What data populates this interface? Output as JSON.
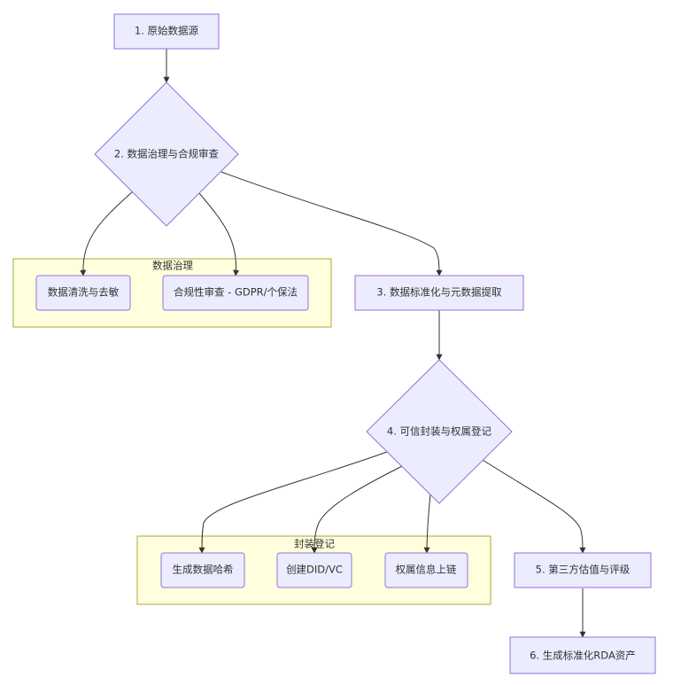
{
  "nodes": {
    "n1": "1. 原始数据源",
    "n2": "2. 数据治理与合规审查",
    "n2a": "数据清洗与去敏",
    "n2b": "合规性审查 - GDPR/个保法",
    "n3": "3. 数据标准化与元数据提取",
    "n4": "4. 可信封装与权属登记",
    "n4a": "生成数据哈希",
    "n4b": "创建DID/VC",
    "n4c": "权属信息上链",
    "n5": "5. 第三方估值与评级",
    "n6": "6. 生成标准化RDA资产"
  },
  "clusters": {
    "governance": "数据治理",
    "packaging": "封装登记"
  },
  "colors": {
    "node_fill": "#ececff",
    "node_stroke": "#9370db",
    "cluster_fill": "#ffffde",
    "cluster_stroke": "#aaaa33",
    "edge": "#333333"
  }
}
